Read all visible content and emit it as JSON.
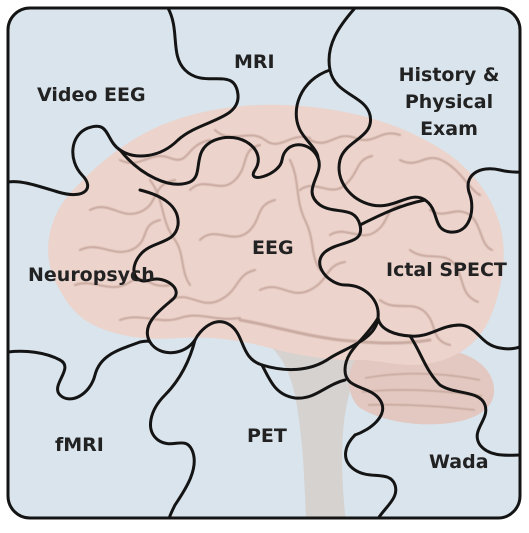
{
  "colors": {
    "frame_background": "#d9e4ec",
    "brain_fill": "#ecd3cb",
    "brain_folds": "#c9aaa0",
    "brainstem_fill": "#d5cfcd",
    "puzzle_lines": "#141414",
    "label_text": "#222222"
  },
  "pieces": {
    "video_eeg": "Video EEG",
    "mri": "MRI",
    "history_line1": "History &",
    "history_line2": "Physical",
    "history_line3": "Exam",
    "neuropsych": "Neuropsych",
    "eeg": "EEG",
    "ictal_spect": "Ictal SPECT",
    "fmri": "fMRI",
    "pet": "PET",
    "wada": "Wada"
  }
}
